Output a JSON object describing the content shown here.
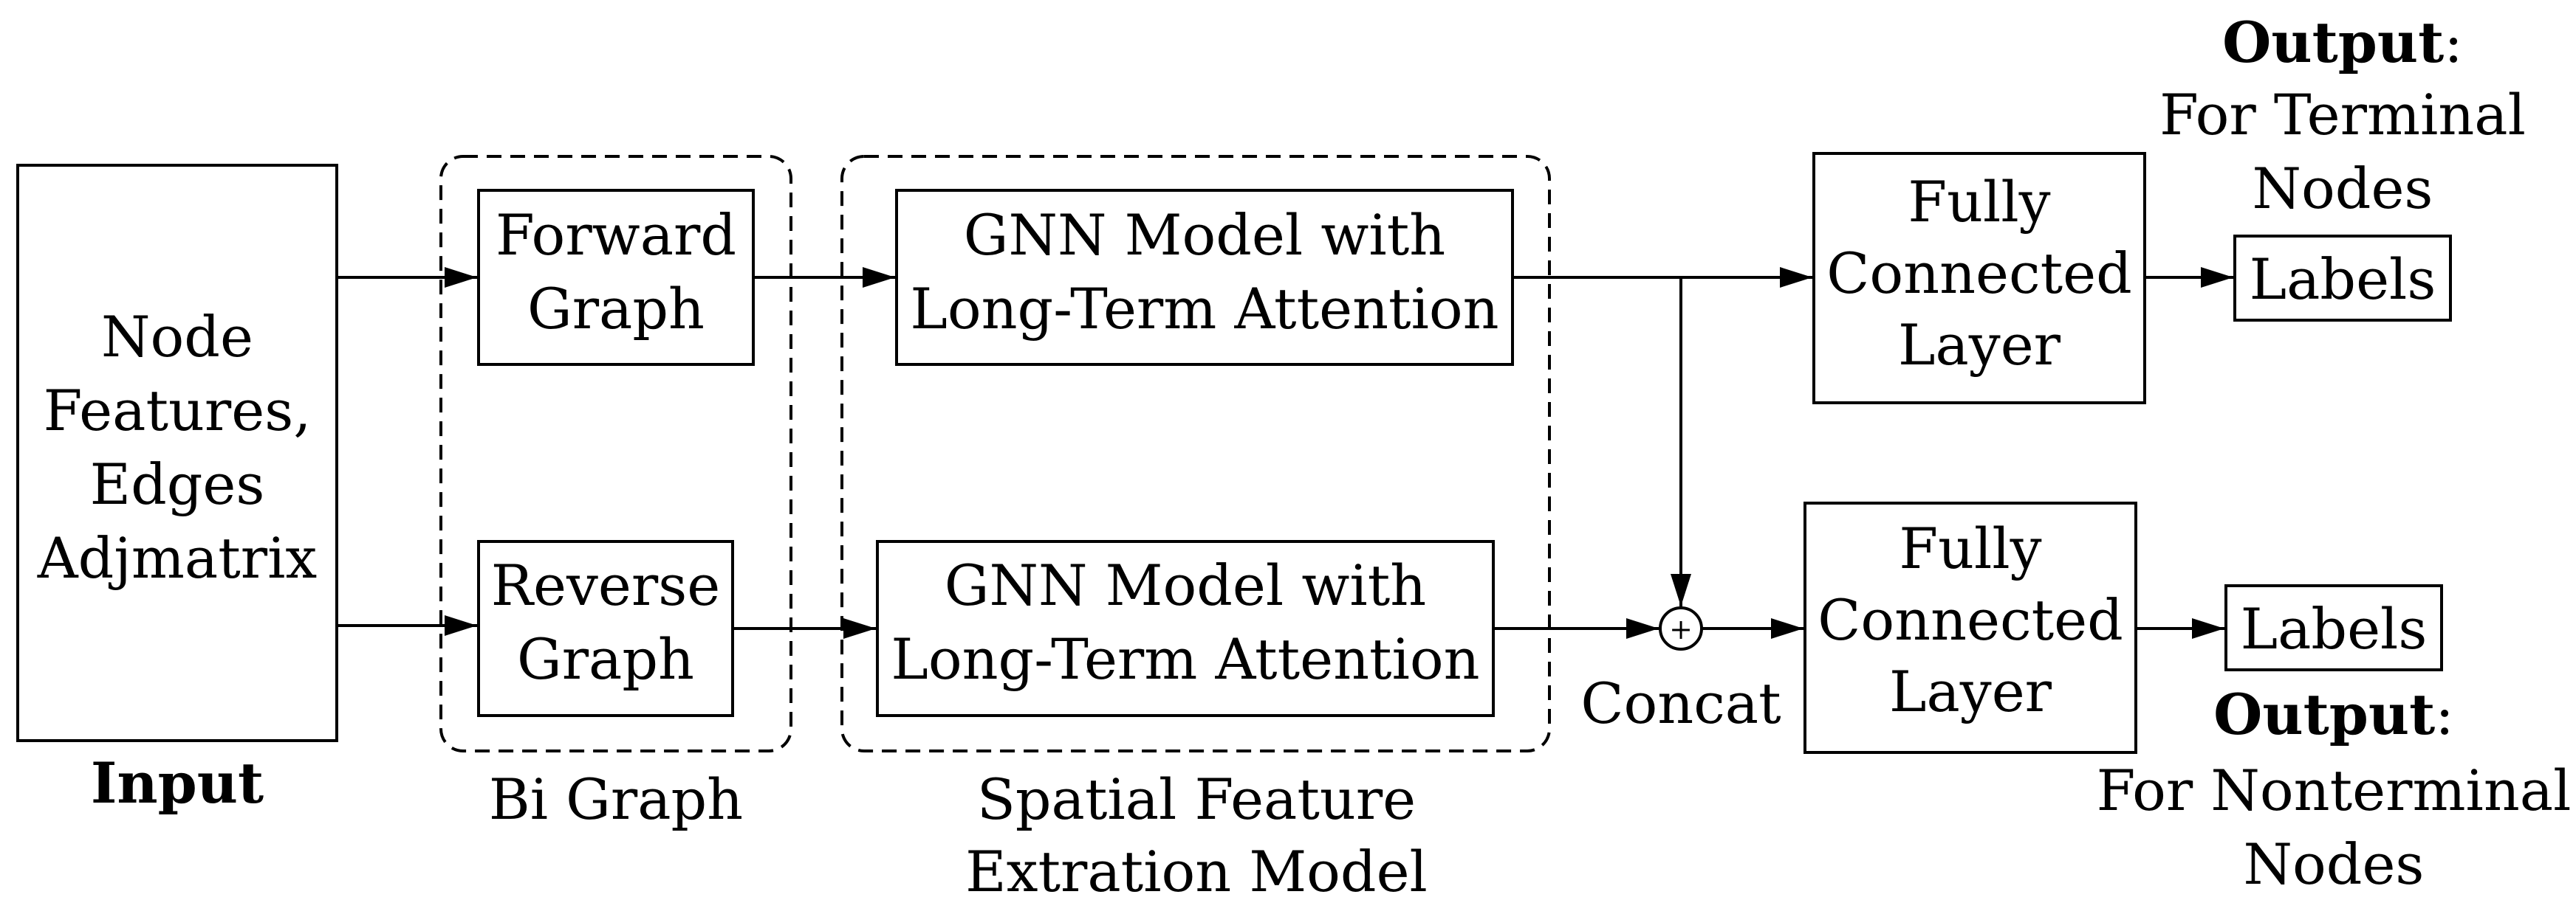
{
  "input": {
    "box_lines": [
      "Node",
      "Features,",
      "Edges",
      "Adjmatrix"
    ],
    "caption": "Input"
  },
  "bi_graph": {
    "forward_lines": [
      "Forward",
      "Graph"
    ],
    "reverse_lines": [
      "Reverse",
      "Graph"
    ],
    "caption": "Bi Graph"
  },
  "spatial_model": {
    "top_lines": [
      "GNN Model with",
      "Long-Term Attention"
    ],
    "bottom_lines": [
      "GNN Model with",
      "Long-Term Attention"
    ],
    "caption_lines": [
      "Spatial Feature",
      "Extration Model"
    ]
  },
  "concat": {
    "symbol": "+",
    "label": "Concat"
  },
  "fc_top": {
    "lines": [
      "Fully",
      "Connected",
      "Layer"
    ]
  },
  "fc_bottom": {
    "lines": [
      "Fully",
      "Connected",
      "Layer"
    ]
  },
  "labels_top": "Labels",
  "labels_bottom": "Labels",
  "output_top": {
    "title": "Output",
    "colon": ":",
    "lines": [
      "For Terminal",
      "Nodes"
    ]
  },
  "output_bottom": {
    "title": "Output",
    "colon": ":",
    "lines": [
      "For Nonterminal",
      "Nodes"
    ]
  },
  "colors": {
    "stroke": "#000000",
    "background": "#ffffff"
  }
}
